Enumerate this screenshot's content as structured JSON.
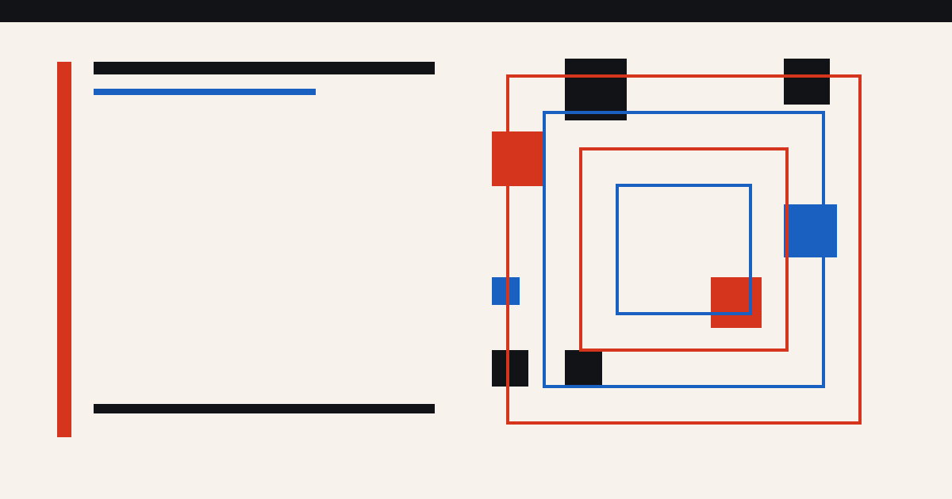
{
  "colors": {
    "background": "#f7f3ec",
    "top_bar": "#121316",
    "red": "#d4351c",
    "blue": "#1a60c0",
    "black": "#121316"
  },
  "left_panel": {
    "accent_bar": "red",
    "heading_bar": "black",
    "subheading_bar": "blue",
    "footer_bar": "black"
  },
  "composition": {
    "frames": [
      "red",
      "blue",
      "red",
      "blue"
    ],
    "blocks": [
      "black",
      "black",
      "red",
      "blue",
      "red",
      "blue",
      "black",
      "black"
    ]
  }
}
